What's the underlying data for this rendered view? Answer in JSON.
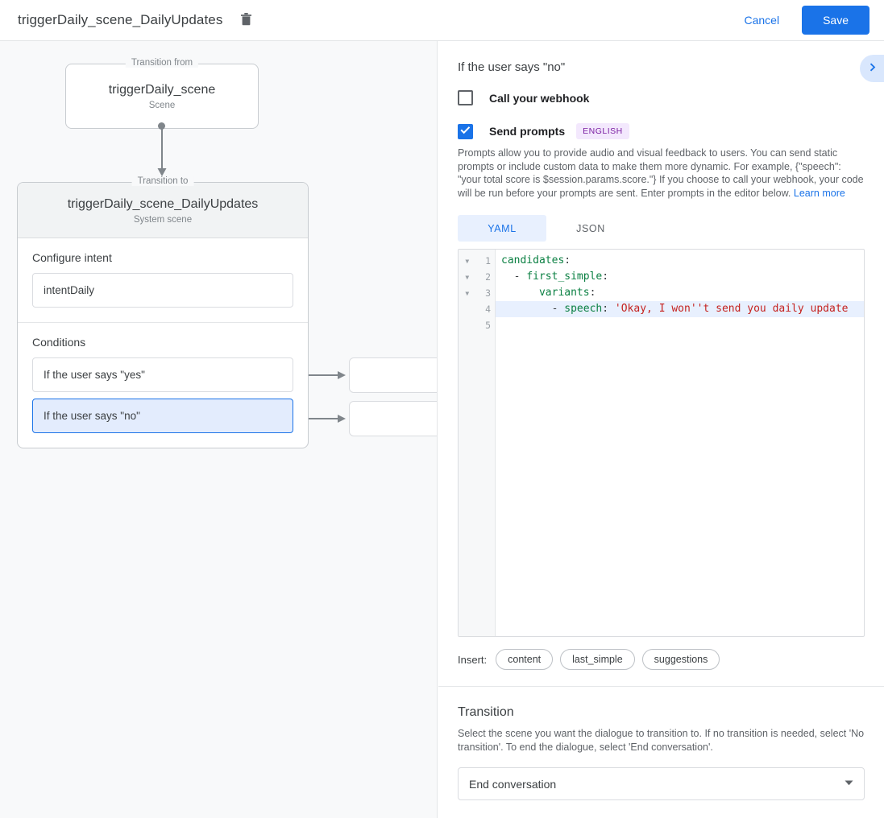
{
  "topbar": {
    "title": "triggerDaily_scene_DailyUpdates",
    "delete_icon": "trash-icon",
    "cancel_label": "Cancel",
    "save_label": "Save",
    "accent_color": "#1a73e8"
  },
  "canvas": {
    "from_node": {
      "legend": "Transition from",
      "title": "triggerDaily_scene",
      "subtitle": "Scene"
    },
    "to_node": {
      "legend": "Transition to",
      "title": "triggerDaily_scene_DailyUpdates",
      "subtitle": "System scene"
    },
    "intent_section": {
      "label": "Configure intent",
      "value": "intentDaily"
    },
    "conditions_section": {
      "label": "Conditions",
      "items": [
        {
          "label": "If the user says \"yes\"",
          "selected": false
        },
        {
          "label": "If the user says \"no\"",
          "selected": true
        }
      ]
    },
    "stub_nodes": [
      {
        "label": ""
      },
      {
        "label": ""
      }
    ]
  },
  "panel": {
    "title": "If the user says \"no\"",
    "expand_icon": "chevron-right-icon",
    "webhook": {
      "label": "Call your webhook",
      "checked": false
    },
    "prompts": {
      "label": "Send prompts",
      "checked": true,
      "language_badge": "ENGLISH",
      "description": "Prompts allow you to provide audio and visual feedback to users. You can send static prompts or include custom data to make them more dynamic. For example, {\"speech\": \"your total score is $session.params.score.\"} If you choose to call your webhook, your code will be run before your prompts are sent. Enter prompts in the editor below.",
      "learn_more": "Learn more"
    },
    "editor": {
      "tabs": [
        {
          "label": "YAML",
          "active": true
        },
        {
          "label": "JSON",
          "active": false
        }
      ],
      "lines": [
        {
          "num": "1",
          "fold": true,
          "highlight": false,
          "tokens": [
            {
              "t": "candidates",
              "c": "k"
            },
            {
              "t": ":",
              "c": "p"
            }
          ]
        },
        {
          "num": "2",
          "fold": true,
          "highlight": false,
          "tokens": [
            {
              "t": "  - ",
              "c": "p"
            },
            {
              "t": "first_simple",
              "c": "k"
            },
            {
              "t": ":",
              "c": "p"
            }
          ]
        },
        {
          "num": "3",
          "fold": true,
          "highlight": false,
          "tokens": [
            {
              "t": "      ",
              "c": "p"
            },
            {
              "t": "variants",
              "c": "k"
            },
            {
              "t": ":",
              "c": "p"
            }
          ]
        },
        {
          "num": "4",
          "fold": false,
          "highlight": true,
          "tokens": [
            {
              "t": "        - ",
              "c": "p"
            },
            {
              "t": "speech",
              "c": "k"
            },
            {
              "t": ": ",
              "c": "p"
            },
            {
              "t": "'Okay, I won''t send you daily update",
              "c": "s"
            }
          ]
        },
        {
          "num": "5",
          "fold": false,
          "highlight": false,
          "tokens": []
        }
      ]
    },
    "insert": {
      "label": "Insert:",
      "chips": [
        "content",
        "last_simple",
        "suggestions"
      ]
    },
    "transition": {
      "title": "Transition",
      "description": "Select the scene you want the dialogue to transition to. If no transition is needed, select 'No transition'. To end the dialogue, select 'End conversation'.",
      "selected": "End conversation",
      "caret_icon": "chevron-down-icon"
    }
  }
}
